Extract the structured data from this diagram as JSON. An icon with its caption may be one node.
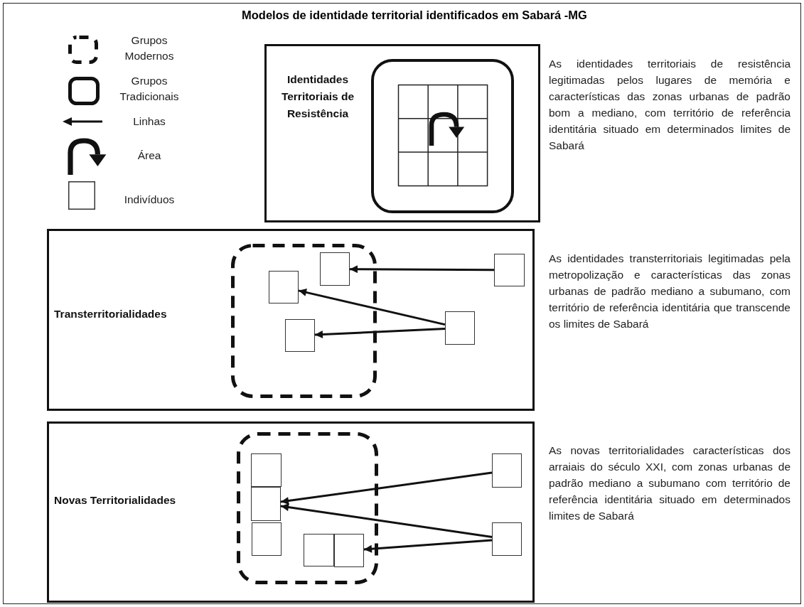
{
  "diagram": {
    "title": "Modelos de identidade territorial identificados em Sabará -MG",
    "nodes": [
      {
        "text": [
          "Identidades Territoriais de Resistência"
        ],
        "beside": [
          "As identidades territoriais de resistência legitimadas pelos lugares de memória e características das zonas urbanas de padrão bom a mediano, com território de referência identitária situado em determinados limites de Sabará"
        ]
      },
      {
        "text": [],
        "shape": "box",
        "in": 0
      },
      {
        "text": [
          "Transterritorialidades"
        ],
        "beside": [
          "As identidades transterritoriais legitimadas pela metropolização e características das zonas urbanas de padrão mediano a subumano, com território de referência identitária que transcende os limites de Sabará"
        ]
      },
      {
        "text": [],
        "shape": "box",
        "in": 2
      },
      {
        "text": [],
        "shape": "box",
        "in": 3
      },
      {
        "text": [],
        "shape": "box",
        "in": 3
      },
      {
        "text": [],
        "shape": "box",
        "in": 3
      },
      {
        "text": [],
        "shape": "box",
        "in": 2
      },
      {
        "text": [],
        "shape": "box",
        "in": 2
      },
      {
        "text": [
          "Novas Territorialidades"
        ],
        "beside": [
          "As novas territorialidades características dos arraiais do século XXI, com zonas urbanas de padrão mediano a subumano com território de referência identitária situado em determinados limites de Sabará"
        ]
      },
      {
        "text": [],
        "shape": "box",
        "in": 9
      },
      {
        "text": [],
        "shape": "box",
        "in": 10
      },
      {
        "text": [],
        "shape": "box",
        "in": 10
      },
      {
        "text": [],
        "shape": "box",
        "in": 10
      },
      {
        "text": [],
        "shape": "box",
        "in": 10
      },
      {
        "text": [],
        "shape": "box",
        "in": 10
      },
      {
        "text": [],
        "shape": "box",
        "in": 9
      },
      {
        "text": [],
        "shape": "box",
        "in": 9
      }
    ],
    "edges": [
      {
        "from": 7,
        "to": 4,
        "arrow": "to"
      },
      {
        "from": 8,
        "to": 5,
        "arrow": "to"
      },
      {
        "from": 8,
        "to": 6,
        "arrow": "to"
      },
      {
        "from": 16,
        "to": 12,
        "arrow": "to"
      },
      {
        "from": 17,
        "to": 12,
        "arrow": "to"
      },
      {
        "from": 17,
        "to": 15,
        "arrow": "to"
      }
    ],
    "legend": [
      {
        "text": "Grupos Modernos"
      },
      {
        "text": "Grupos Tradicionais"
      },
      {
        "text": "Linhas"
      },
      {
        "text": "Área"
      },
      {
        "text": "Indivíduos"
      }
    ]
  }
}
